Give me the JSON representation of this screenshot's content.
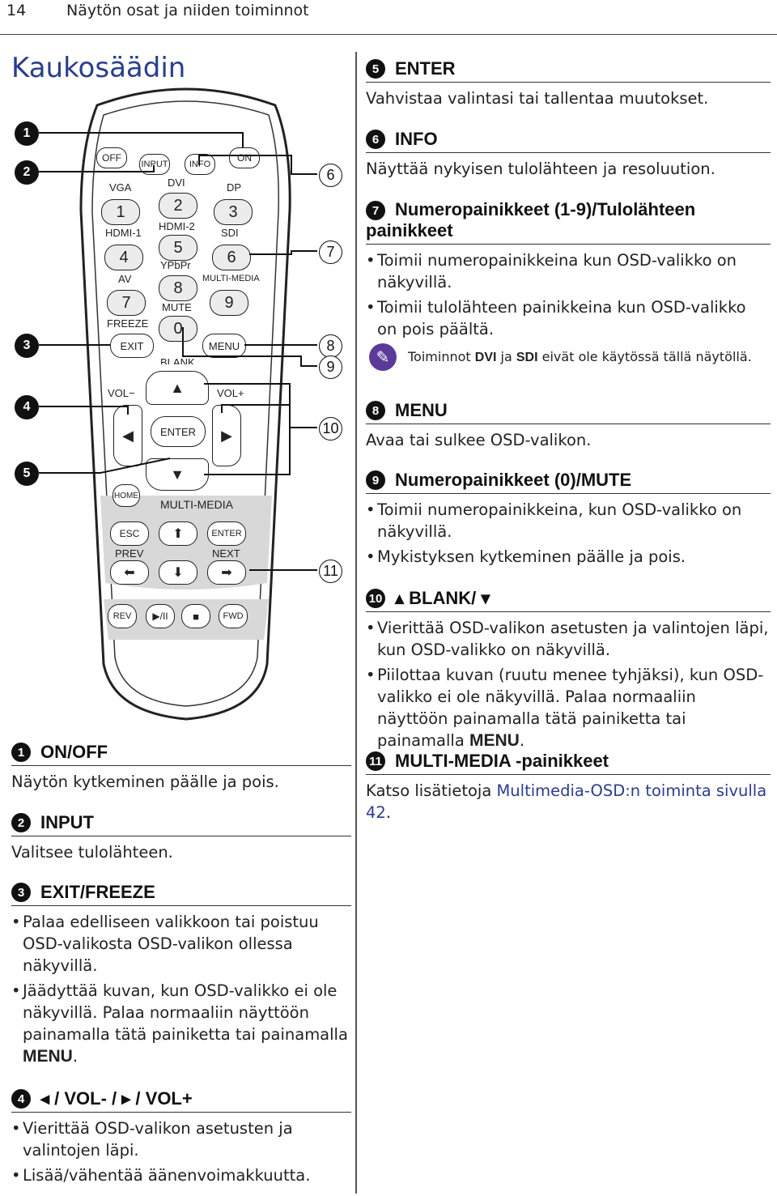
{
  "header": {
    "page_number": "14",
    "chapter": "Näytön osat ja niiden toiminnot"
  },
  "title": "Kaukosäädin",
  "remote": {
    "buttons": {
      "off": "OFF",
      "input": "INPUT",
      "info": "INFO",
      "on": "ON",
      "vga": "VGA",
      "dvi": "DVI",
      "dp": "DP",
      "n1": "1",
      "n2": "2",
      "n3": "3",
      "hdmi1": "HDMI-1",
      "hdmi2": "HDMI-2",
      "sdi": "SDI",
      "n4": "4",
      "n5": "5",
      "n6": "6",
      "ypbpr": "YPbPr",
      "av": "AV",
      "multimedia_small": "MULTI-MEDIA",
      "n7": "7",
      "n8": "8",
      "n9": "9",
      "mute": "MUTE",
      "freeze": "FREEZE",
      "n0": "0",
      "exit": "EXIT",
      "menu": "MENU",
      "blank": "BLANK",
      "vol_minus": "VOL−",
      "vol_plus": "VOL+",
      "enter": "ENTER",
      "home": "HOME",
      "multimedia": "MULTI-MEDIA",
      "esc": "ESC",
      "enter2": "ENTER",
      "prev": "PREV",
      "next": "NEXT",
      "rev": "REV",
      "fwd": "FWD"
    },
    "callouts": [
      "1",
      "2",
      "3",
      "4",
      "5",
      "6",
      "7",
      "8",
      "9",
      "10",
      "11"
    ]
  },
  "left_sections": [
    {
      "num": "1",
      "title": "ON/OFF",
      "desc": "Näytön kytkeminen päälle ja pois."
    },
    {
      "num": "2",
      "title": "INPUT",
      "desc": "Valitsee tulolähteen."
    },
    {
      "num": "3",
      "title": "EXIT/FREEZE",
      "bullets": [
        "Palaa edelliseen valikkoon tai poistuu OSD-valikosta OSD-valikon ollessa näkyvillä.",
        "Jäädyttää kuvan, kun OSD-valikko ei ole näkyvillä. Palaa normaaliin näyttöön painamalla tätä painiketta tai painamalla",
        "MENU"
      ]
    },
    {
      "num": "4",
      "title": "◂ / VOL- / ▸ / VOL+",
      "bullets": [
        "Vierittää OSD-valikon asetusten ja valintojen läpi.",
        "Lisää/vähentää äänenvoimakkuutta."
      ]
    }
  ],
  "right_sections": [
    {
      "num": "5",
      "title": "ENTER",
      "desc": "Vahvistaa valintasi tai tallentaa muutokset."
    },
    {
      "num": "6",
      "title": "INFO",
      "desc": "Näyttää nykyisen tulolähteen ja resoluution."
    },
    {
      "num": "7",
      "title": "Numeropainikkeet (1-9)/Tulolähteen painikkeet",
      "bullets": [
        "Toimii numeropainikkeina kun OSD-valikko on näkyvillä.",
        "Toimii tulolähteen painikkeina kun OSD-valikko on pois päältä."
      ],
      "note": {
        "pre": "Toiminnot",
        "b1": "DVI",
        "mid": "ja",
        "b2": "SDI",
        "post": "eivät ole käytössä tällä näytöllä."
      }
    },
    {
      "num": "8",
      "title": "MENU",
      "desc": "Avaa tai sulkee OSD-valikon."
    },
    {
      "num": "9",
      "title": "Numeropainikkeet (0)/MUTE",
      "bullets": [
        "Toimii numeropainikkeina, kun OSD-valikko on näkyvillä.",
        "Mykistyksen kytkeminen päälle ja pois."
      ]
    },
    {
      "num": "10",
      "title": "▴ BLANK/ ▾",
      "bullets": [
        "Vierittää OSD-valikon asetusten ja valintojen läpi, kun OSD-valikko on näkyvillä.",
        "Piilottaa kuvan (ruutu menee tyhjäksi), kun OSD-valikko ei ole näkyvillä. Palaa normaaliin näyttöön painamalla tätä painiketta tai painamalla",
        "MENU"
      ]
    },
    {
      "num": "11",
      "title": "MULTI-MEDIA -painikkeet",
      "desc_pre": "Katso lisätietoja",
      "link": "Multimedia-OSD:n toiminta sivulla 42",
      "desc_post": "."
    }
  ]
}
